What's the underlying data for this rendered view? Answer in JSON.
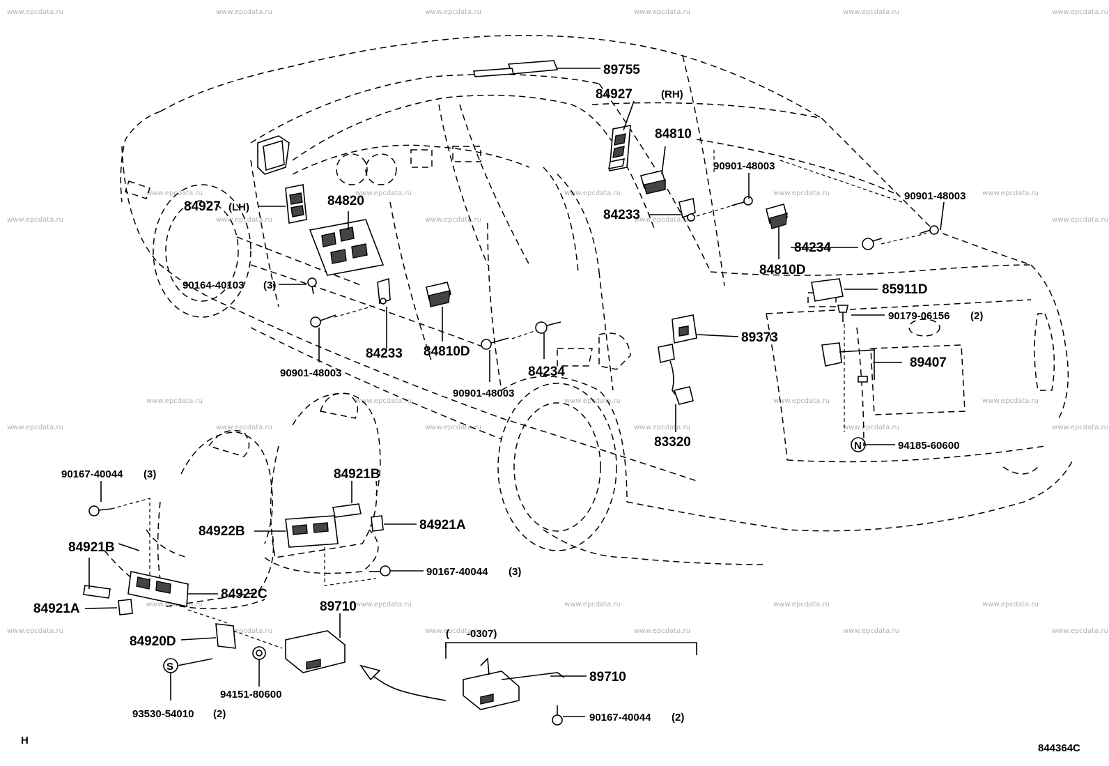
{
  "watermark": "www.epcdata.ru",
  "diagram_code": "844364C",
  "corner_mark": "H",
  "parts": {
    "p89755": "89755",
    "p84927rh": "84927",
    "rh": "(RH)",
    "p84810": "84810",
    "p90901_a": "90901-48003",
    "p90901_b": "90901-48003",
    "p84927lh": "84927",
    "lh": "(LH)",
    "p84820": "84820",
    "p84233_a": "84233",
    "p84234_a": "84234",
    "p84810d_a": "84810D",
    "p85911d": "85911D",
    "p90164": "90164-40103",
    "p90164_qty": "(3)",
    "p90179": "90179-06156",
    "p90179_qty": "(2)",
    "p89373": "89373",
    "p84233_b": "84233",
    "p84810d_b": "84810D",
    "p89407": "89407",
    "p90901_c": "90901-48003",
    "p84234_b": "84234",
    "p90901_d": "90901-48003",
    "p83320": "83320",
    "p94185": "94185-60600",
    "p90167_a": "90167-40044",
    "p90167_a_qty": "(3)",
    "p84921b_a": "84921B",
    "p84922b": "84922B",
    "p84921a_a": "84921A",
    "p84921b_b": "84921B",
    "p90167_b": "90167-40044",
    "p90167_b_qty": "(3)",
    "p84922c": "84922C",
    "p84921a_b": "84921A",
    "p89710_a": "89710",
    "p84920d": "84920D",
    "p94151": "94151-80600",
    "p93530": "93530-54010",
    "p93530_qty": "(2)",
    "p89710_b": "89710",
    "p90167_c": "90167-40044",
    "p90167_c_qty": "(2)",
    "range_note": "(      -0307)",
    "mark_s": "S",
    "mark_n": "N"
  }
}
